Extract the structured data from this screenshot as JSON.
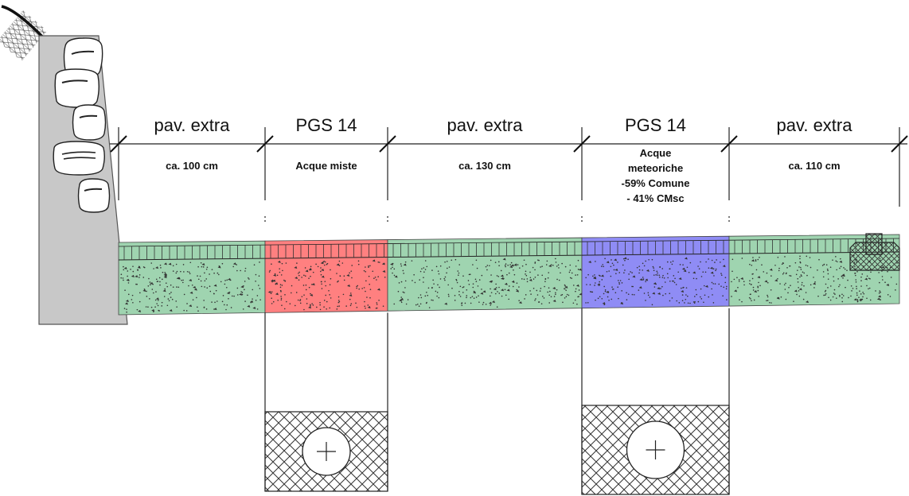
{
  "segments": [
    {
      "title": "pav. extra",
      "lines": [
        "ca. 100 cm"
      ],
      "color": "#9fd4b0"
    },
    {
      "title": "PGS 14",
      "lines": [
        "Acque miste"
      ],
      "color": "#ff8080"
    },
    {
      "title": "pav. extra",
      "lines": [
        "ca. 130 cm"
      ],
      "color": "#9fd4b0"
    },
    {
      "title": "PGS 14",
      "lines": [
        "Acque",
        "meteoriche",
        "-59% Comune",
        "- 41% CMsc"
      ],
      "color": "#8f8cf5"
    },
    {
      "title": "pav. extra",
      "lines": [
        "ca. 110 cm"
      ],
      "color": "#9fd4b0"
    }
  ],
  "colors": {
    "pavement_green": "#9fd4b0",
    "trench_red": "#ff8080",
    "trench_blue": "#8f8cf5",
    "wall_grey": "#c8c8c8"
  }
}
